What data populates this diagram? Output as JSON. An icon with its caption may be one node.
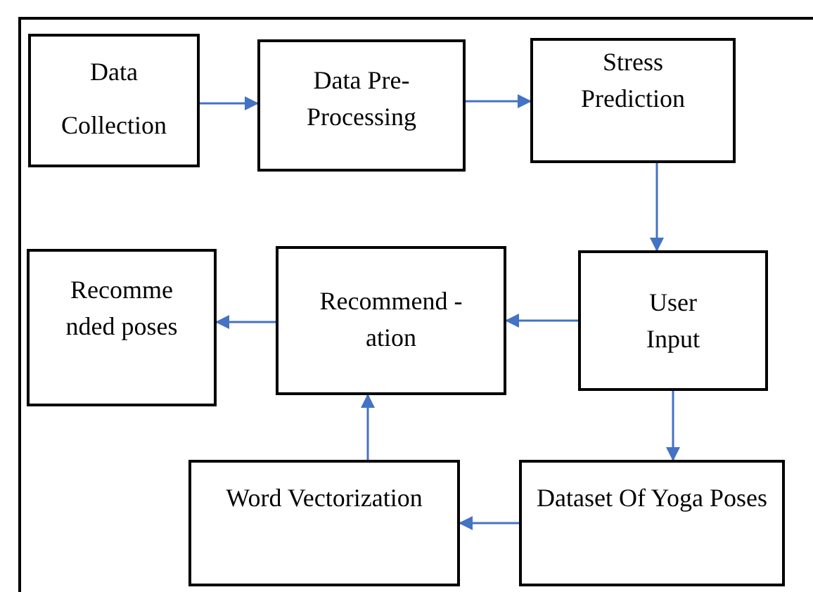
{
  "diagram": {
    "nodes": [
      {
        "text": [
          "Data Collection"
        ]
      },
      {
        "text": [
          "Data Pre- Processing"
        ]
      },
      {
        "text": [
          "Stress Prediction"
        ]
      },
      {
        "text": [
          "Recomme nded poses"
        ]
      },
      {
        "text": [
          "Recommend -ation"
        ]
      },
      {
        "text": [
          "User Input"
        ]
      },
      {
        "text": [
          "Word Vectorization"
        ]
      },
      {
        "text": [
          "Dataset Of Yoga Poses"
        ]
      }
    ],
    "edges": [
      {
        "from": 0,
        "to": 1,
        "arrow": "to"
      },
      {
        "from": 1,
        "to": 2,
        "arrow": "to"
      },
      {
        "from": 2,
        "to": 5,
        "arrow": "to"
      },
      {
        "from": 5,
        "to": 4,
        "arrow": "to"
      },
      {
        "from": 4,
        "to": 3,
        "arrow": "to"
      },
      {
        "from": 5,
        "to": 7,
        "arrow": "to"
      },
      {
        "from": 7,
        "to": 6,
        "arrow": "to"
      },
      {
        "from": 6,
        "to": 4,
        "arrow": "to"
      }
    ]
  }
}
